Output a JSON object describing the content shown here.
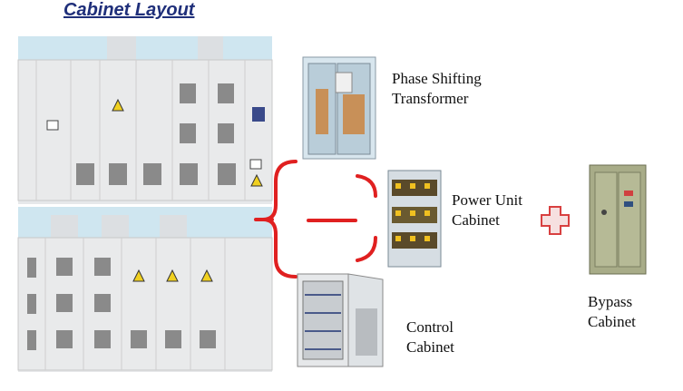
{
  "title": "Cabinet Layout",
  "components": {
    "phase_shifting_transformer": {
      "line1": "Phase Shifting",
      "line2": "Transformer"
    },
    "power_unit_cabinet": {
      "line1": "Power Unit",
      "line2": "Cabinet"
    },
    "control_cabinet": {
      "line1": "Control",
      "line2": "Cabinet"
    },
    "bypass_cabinet": {
      "line1": "Bypass",
      "line2": "Cabinet"
    }
  },
  "colors": {
    "title": "#1f2f7a",
    "bracket": "#e02020",
    "plus": "#d84040"
  }
}
